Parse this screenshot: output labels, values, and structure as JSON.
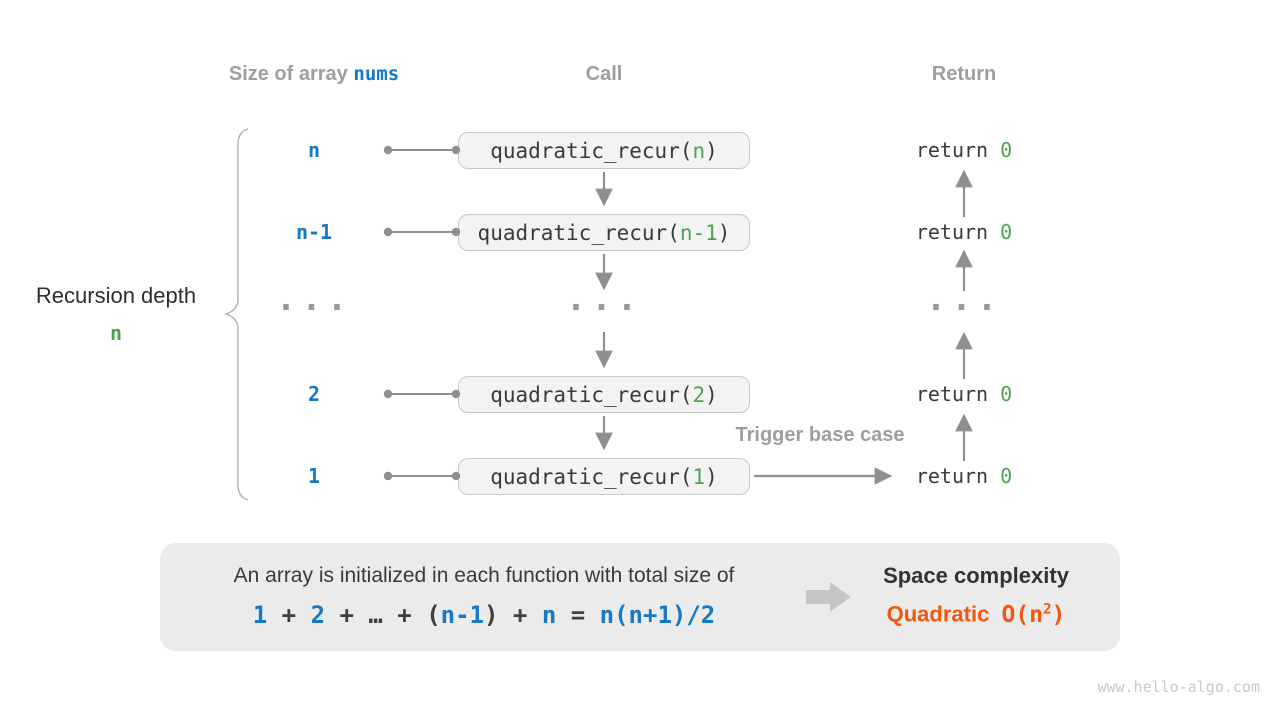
{
  "headers": {
    "size_prefix": "Size of array ",
    "size_code": "nums",
    "call": "Call",
    "return": "Return"
  },
  "left_label": {
    "line1": "Recursion depth",
    "line2": "n"
  },
  "code": {
    "call_prefix": "quadratic_recur(",
    "call_suffix": ")",
    "return_keyword": "return ",
    "return_value": "0"
  },
  "rows": [
    {
      "size": "n",
      "arg": "n"
    },
    {
      "size": "n-1",
      "arg": "n-1"
    },
    {
      "size": "2",
      "arg": "2"
    },
    {
      "size": "1",
      "arg": "1"
    }
  ],
  "ellipsis": "···",
  "trigger_label": "Trigger base case",
  "summary": {
    "line1": "An array is initialized in each function with total size of",
    "formula": [
      {
        "t": "1"
      },
      {
        "t": " + "
      },
      {
        "t": "2"
      },
      {
        "t": " + "
      },
      {
        "t": "…"
      },
      {
        "t": " + "
      },
      {
        "t": "("
      },
      {
        "t": "n-1"
      },
      {
        "t": ")"
      },
      {
        "t": " + "
      },
      {
        "t": "n"
      },
      {
        "t": " = "
      },
      {
        "t": "n(n+1)/2"
      }
    ],
    "result_title": "Space complexity",
    "result_name": "Quadratic",
    "result_o_open": "O(n",
    "result_exp": "2",
    "result_o_close": ")"
  },
  "watermark": "www.hello-algo.com",
  "colors": {
    "accent_blue": "#1779c4",
    "accent_green": "#4ca24e",
    "accent_orange": "#f2570d",
    "label_gray": "#9e9e9e",
    "arrow_gray": "#8f8f8f",
    "box_fill": "#f3f3f3",
    "box_border": "#c9c9c9",
    "summary_fill": "#ebebeb"
  }
}
